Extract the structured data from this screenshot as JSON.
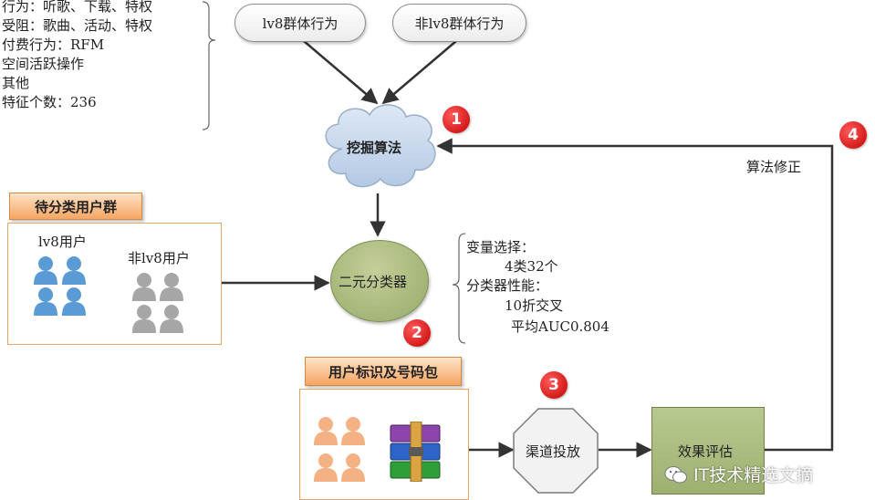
{
  "features": [
    "行为：听歌、下载、特权",
    "受阻：歌曲、活动、特权",
    "付费行为：RFM",
    "空间活跃操作",
    "其他",
    "特征个数：236"
  ],
  "inputs": {
    "lv8": "lv8群体行为",
    "non_lv8": "非lv8群体行为"
  },
  "mining": "挖掘算法",
  "classifier": "二元分类器",
  "pending_group": {
    "title": "待分类用户群",
    "lv8_label": "lv8用户",
    "non_lv8_label": "非lv8用户"
  },
  "model_notes": [
    "变量选择：",
    "4类32个",
    "分类器性能：",
    "10折交叉",
    "平均AUC0.804"
  ],
  "user_pack": {
    "title": "用户标识及号码包"
  },
  "channel": "渠道投放",
  "evaluate": "效果评估",
  "correction": "算法修正",
  "badges": [
    "1",
    "2",
    "3",
    "4"
  ],
  "watermark": "IT技术精选文摘",
  "colors": {
    "badge_red": "#d40000",
    "cloud": "#c9d9ee",
    "classifier_green": "#a8b977",
    "evaluate_green": "#a9bf7e",
    "person_blue": "#5b9bd5",
    "person_gray": "#a6a6a6",
    "person_peach": "#f4b183"
  },
  "icons": [
    "person-icon",
    "archive-icon",
    "wechat-icon"
  ]
}
